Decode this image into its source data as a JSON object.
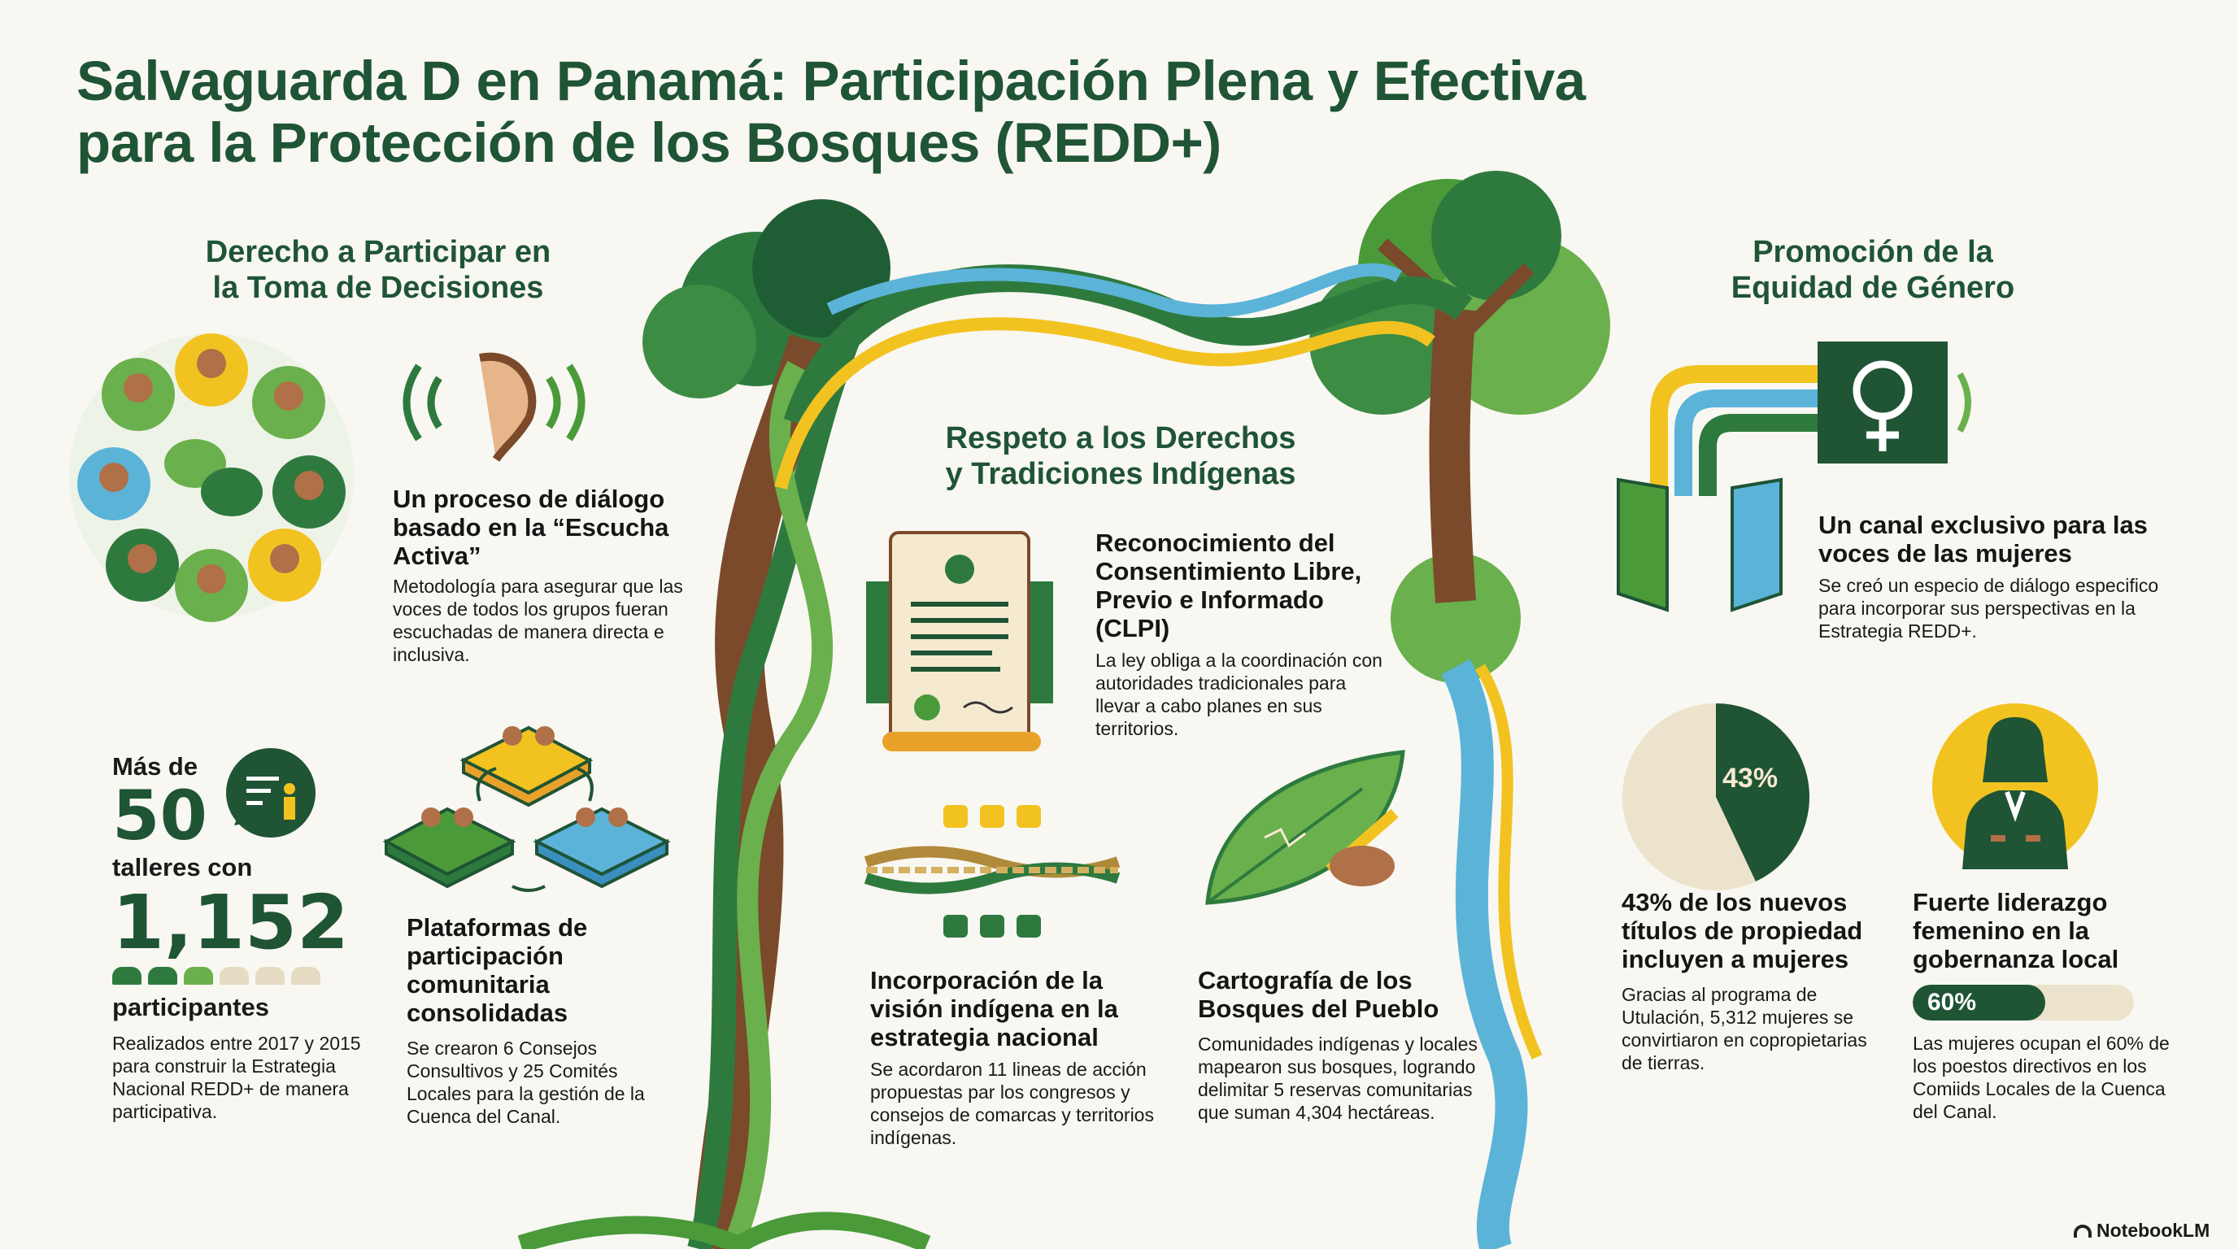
{
  "title": {
    "line1": "Salvaguarda D en Panamá: Participación Plena y Efectiva",
    "line2": "para la Protección de los Bosques (REDD+)"
  },
  "colors": {
    "dark_green": "#1f5434",
    "green": "#4a9a3a",
    "yellow": "#f2c320",
    "blue": "#5bb4d8",
    "beige": "#ece3cc",
    "brown": "#7a4a2a"
  },
  "left": {
    "heading": {
      "line1": "Derecho a Participar en",
      "line2": "la Toma de Decisiones"
    },
    "escucha": {
      "title": "Un proceso de diálogo basado en la “Escucha Activa”",
      "body": "Metodología para asegurar que las voces de todos los grupos fueran escuchadas de manera directa e inclusiva."
    },
    "talleres": {
      "pre": "Más de",
      "count": "50",
      "mid": "talleres con",
      "participants": "1,152",
      "post": "participantes",
      "body": "Realizados entre 2017 y 2015 para construir la Estrategia Nacional REDD+ de manera participativa."
    },
    "plataformas": {
      "title": "Plataformas de participación comunitaria consolidadas",
      "body": "Se crearon 6 Consejos Consultivos y 25 Comités Locales para la gestión de la Cuenca del Canal."
    }
  },
  "center": {
    "heading": {
      "line1": "Respeto a los Derechos",
      "line2": "y Tradiciones Indígenas"
    },
    "clpi": {
      "title": "Reconocimiento del Consentimiento Libre, Previo e Informado (CLPI)",
      "body": "La ley obliga a la coordinación con autoridades tradicionales para llevar a cabo planes en sus territorios."
    },
    "vision": {
      "title": "Incorporación de la visión indígena en la estrategia nacional",
      "body": "Se acordaron 11 lineas de acción propuestas par los congresos y consejos de comarcas y territorios indígenas."
    },
    "cartografia": {
      "title": "Cartografía de los Bosques del Pueblo",
      "body": "Comunidades indígenas y locales mapearon sus bosques, logrando delimitar 5 reservas comunitarias que suman 4,304 hectáreas."
    }
  },
  "right": {
    "heading": {
      "line1": "Promoción de la",
      "line2": "Equidad de Género"
    },
    "canal": {
      "title": "Un canal exclusivo para las voces de las mujeres",
      "body": "Se creó un especio de diálogo especifico para incorporar sus perspectivas en la Estrategia REDD+."
    },
    "titulos": {
      "pie_label": "43%",
      "pie_value": 43,
      "title": "43% de los nuevos títulos de propiedad incluyen a mujeres",
      "body": "Gracias al programa de Utulación, 5,312 mujeres se convirtiaron en copropietarias de tierras."
    },
    "liderazgo": {
      "bar_label": "60%",
      "bar_value": 60,
      "title": "Fuerte liderazgo femenino en la gobernanza local",
      "body": "Las mujeres ocupan el 60% de los poestos directivos en los Comiids Locales de la Cuenca del Canal."
    }
  },
  "footer": {
    "brand": "NotebookLM"
  }
}
